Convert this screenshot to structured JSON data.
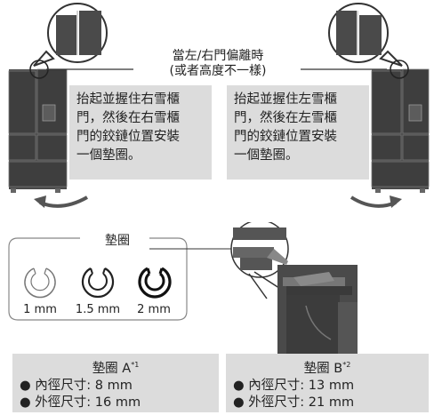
{
  "top": {
    "title_line1": "當左/右門偏離時",
    "title_line2": "(或者高度不一樣)",
    "left_instruction": [
      "抬起並握住右雪櫃",
      "門，然後在右雪櫃",
      "門的鉸鏈位置安裝",
      "一個墊圈。"
    ],
    "right_instruction": [
      "抬起並握住左雪櫃",
      "門，然後在左雪櫃",
      "門的鉸鏈位置安裝",
      "一個墊圈。"
    ]
  },
  "washers": {
    "title": "墊圈",
    "sizes": [
      "1 mm",
      "1.5 mm",
      "2 mm"
    ]
  },
  "specs": {
    "a": {
      "title": "墊圈 A",
      "note": "*1",
      "inner": "內徑尺寸: 8 mm",
      "outer": "外徑尺寸: 16 mm"
    },
    "b": {
      "title": "墊圈 B",
      "note": "*2",
      "inner": "內徑尺寸: 13 mm",
      "outer": "外徑尺寸: 21 mm"
    }
  },
  "colors": {
    "panel": "#dcdcdc",
    "fridge": "#4a4a4a",
    "line": "#333333"
  }
}
